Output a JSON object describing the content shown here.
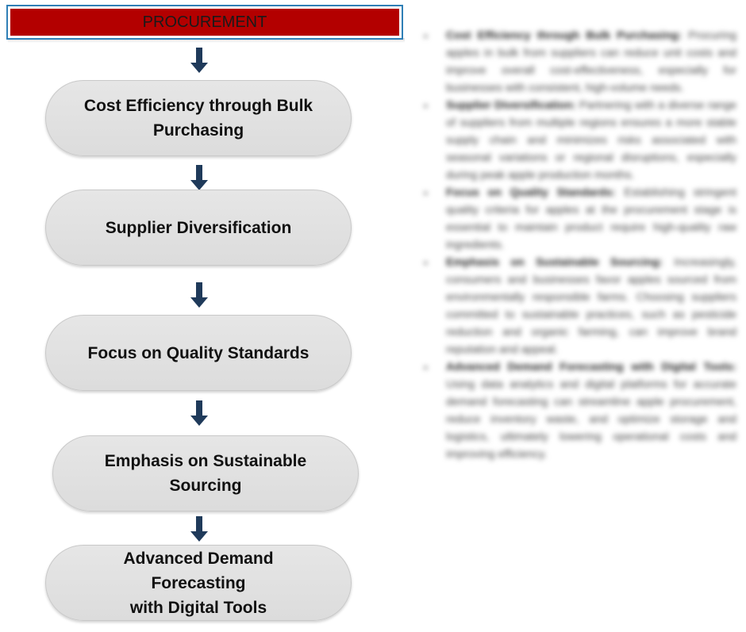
{
  "header": {
    "title": "PROCUREMENT"
  },
  "colors": {
    "header_fill": "#b30000",
    "header_border": "#2f7fb6",
    "arrow": "#1f3a5a",
    "node_fill": "#e0e0e0"
  },
  "flow": {
    "nodes": [
      {
        "label_line1": "Cost Efficiency through Bulk",
        "label_line2": "Purchasing"
      },
      {
        "label_line1": "Supplier Diversification",
        "label_line2": ""
      },
      {
        "label_line1": "Focus on Quality Standards",
        "label_line2": ""
      },
      {
        "label_line1": "Emphasis on Sustainable",
        "label_line2": "Sourcing"
      },
      {
        "label_line1": "Advanced Demand Forecasting",
        "label_line2": "with Digital Tools"
      }
    ]
  },
  "bullets": {
    "items": [
      {
        "title": "Cost Efficiency through Bulk Purchasing:",
        "text": "Procuring apples in bulk from suppliers can reduce unit costs and improve overall cost-effectiveness, especially for businesses with consistent, high-volume needs."
      },
      {
        "title": "Supplier Diversification:",
        "text": "Partnering with a diverse range of suppliers from multiple regions ensures a more stable supply chain and minimizes risks associated with seasonal variations or regional disruptions, especially during peak apple production months."
      },
      {
        "title": "Focus on Quality Standards:",
        "text": "Establishing stringent quality criteria for apples at the procurement stage is essential to maintain product require high-quality raw ingredients."
      },
      {
        "title": "Emphasis on Sustainable Sourcing:",
        "text": "Increasingly, consumers and businesses favor apples sourced from environmentally responsible farms. Choosing suppliers committed to sustainable practices, such as pesticide reduction and organic farming, can improve brand reputation and appeal."
      },
      {
        "title": "Advanced Demand Forecasting with Digital Tools:",
        "text": "Using data analytics and digital platforms for accurate demand forecasting can streamline apple procurement, reduce inventory waste, and optimize storage and logistics, ultimately lowering operational costs and improving efficiency."
      }
    ]
  }
}
